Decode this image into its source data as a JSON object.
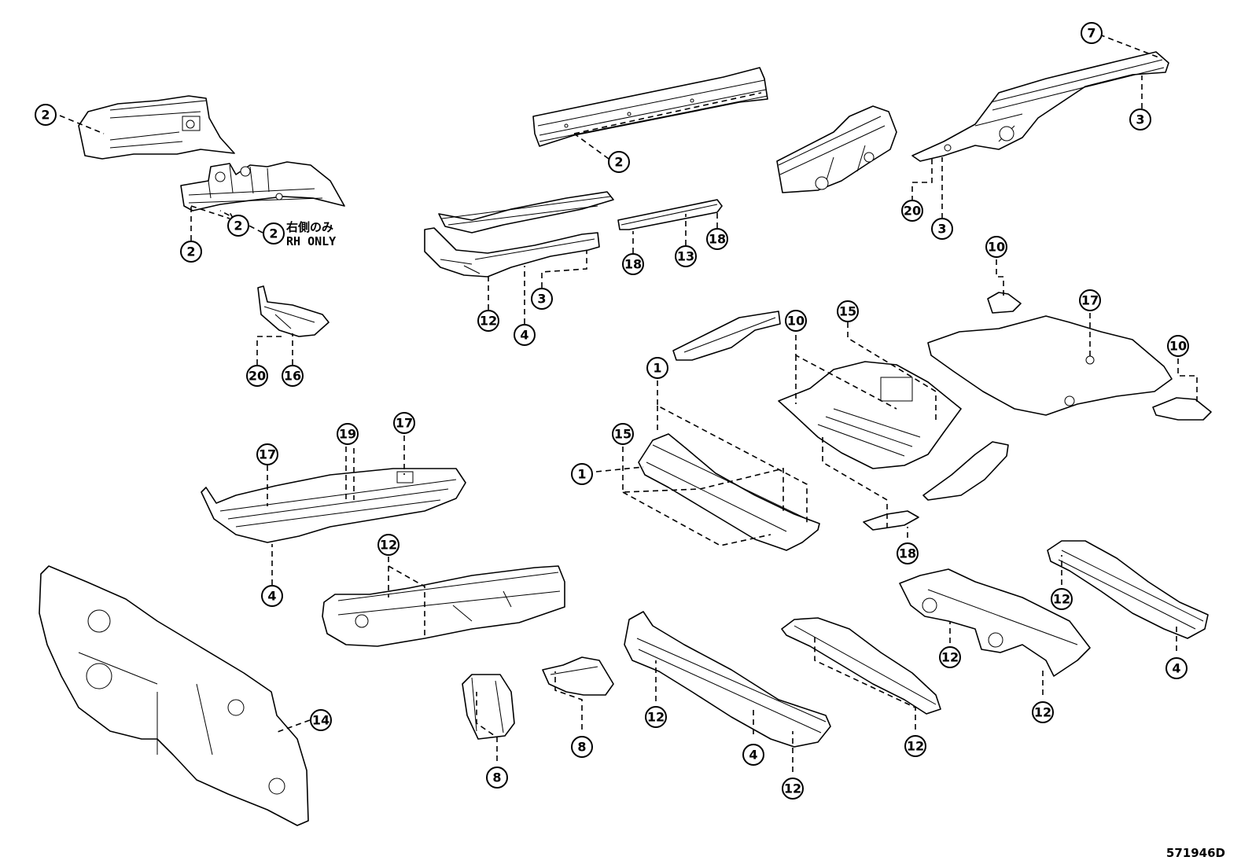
{
  "diagram_code": "571946D",
  "note": {
    "jp": "右側のみ",
    "en": "RH ONLY"
  },
  "callouts": [
    {
      "id": "c1",
      "label": "2"
    },
    {
      "id": "c2",
      "label": "2"
    },
    {
      "id": "c3",
      "label": "2"
    },
    {
      "id": "c4",
      "label": "2"
    },
    {
      "id": "c5",
      "label": "2"
    },
    {
      "id": "c6",
      "label": "7"
    },
    {
      "id": "c7",
      "label": "3"
    },
    {
      "id": "c8",
      "label": "20"
    },
    {
      "id": "c9",
      "label": "3"
    },
    {
      "id": "c10",
      "label": "12"
    },
    {
      "id": "c11",
      "label": "4"
    },
    {
      "id": "c12",
      "label": "3"
    },
    {
      "id": "c13",
      "label": "18"
    },
    {
      "id": "c14",
      "label": "13"
    },
    {
      "id": "c15",
      "label": "18"
    },
    {
      "id": "c16",
      "label": "20"
    },
    {
      "id": "c17",
      "label": "16"
    },
    {
      "id": "c18",
      "label": "10"
    },
    {
      "id": "c19",
      "label": "17"
    },
    {
      "id": "c20",
      "label": "10"
    },
    {
      "id": "c21",
      "label": "15"
    },
    {
      "id": "c22",
      "label": "10"
    },
    {
      "id": "c23",
      "label": "1"
    },
    {
      "id": "c24",
      "label": "15"
    },
    {
      "id": "c25",
      "label": "1"
    },
    {
      "id": "c26",
      "label": "18"
    },
    {
      "id": "c27",
      "label": "17"
    },
    {
      "id": "c28",
      "label": "19"
    },
    {
      "id": "c29",
      "label": "17"
    },
    {
      "id": "c30",
      "label": "4"
    },
    {
      "id": "c31",
      "label": "12"
    },
    {
      "id": "c32",
      "label": "14"
    },
    {
      "id": "c33",
      "label": "8"
    },
    {
      "id": "c34",
      "label": "8"
    },
    {
      "id": "c35",
      "label": "12"
    },
    {
      "id": "c36",
      "label": "4"
    },
    {
      "id": "c37",
      "label": "12"
    },
    {
      "id": "c38",
      "label": "12"
    },
    {
      "id": "c39",
      "label": "12"
    },
    {
      "id": "c40",
      "label": "12"
    },
    {
      "id": "c41",
      "label": "12"
    },
    {
      "id": "c42",
      "label": "4"
    }
  ]
}
